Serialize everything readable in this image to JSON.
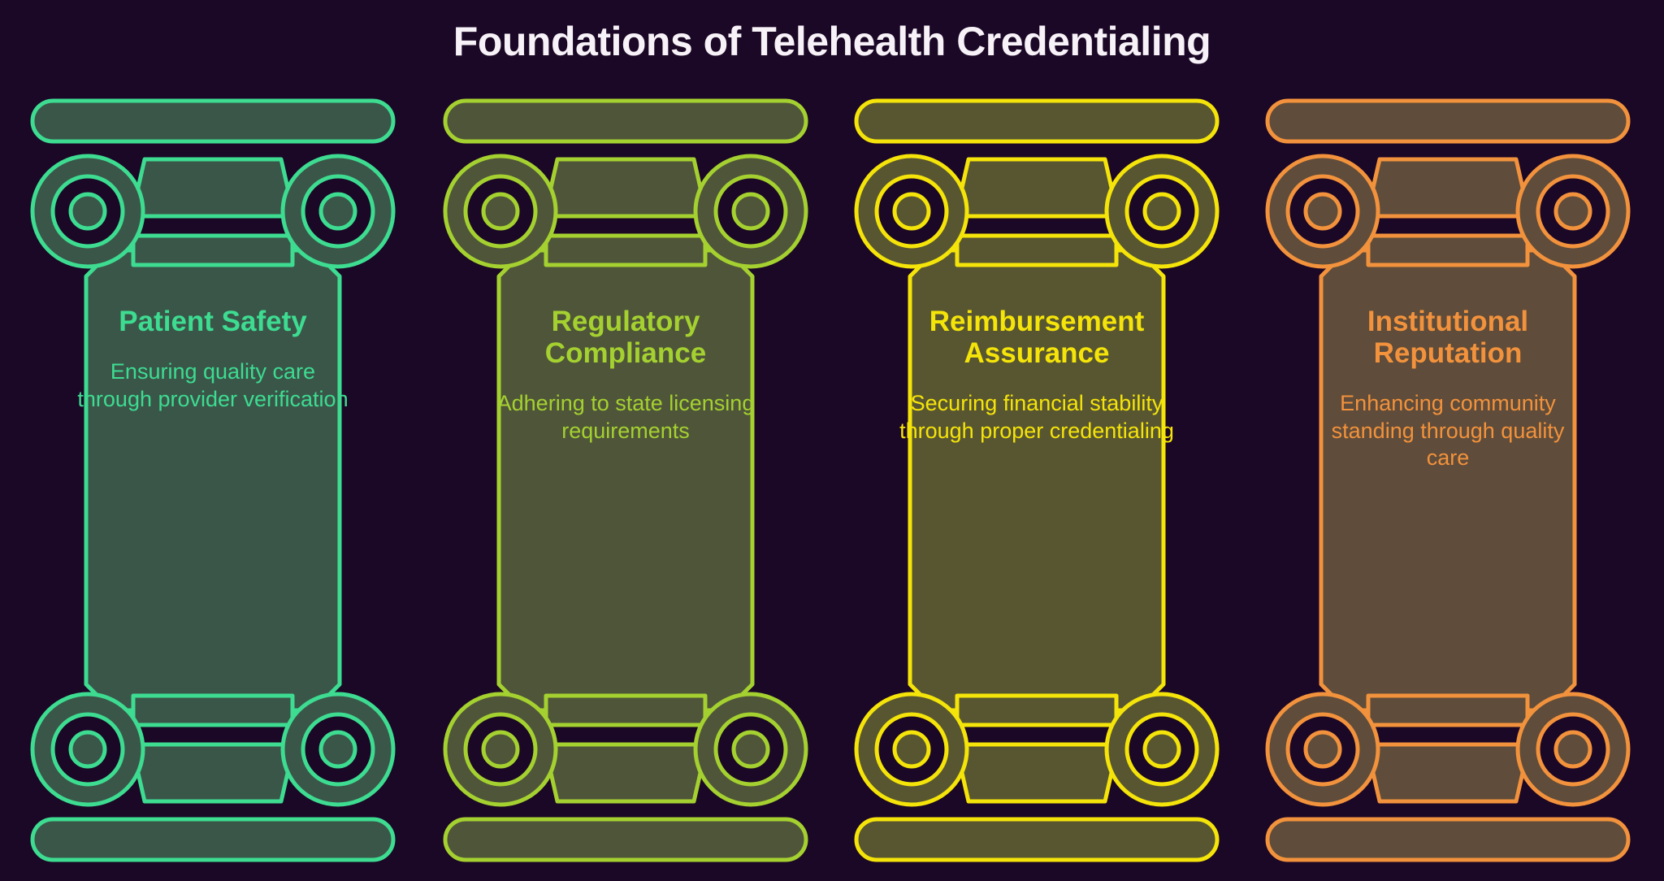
{
  "header": {
    "title": "Foundations of Telehealth Credentialing",
    "title_color": "#f7f2f7"
  },
  "background_color": "#1b0726",
  "graphic_type": "ionic-columns-infographic",
  "columns": [
    {
      "id": "patient-safety",
      "title": "Patient Safety",
      "description": "Ensuring quality care through provider verification",
      "accent_color": "#3ddc91",
      "fill_color": "#3a5649"
    },
    {
      "id": "regulatory-compliance",
      "title": "Regulatory Compliance",
      "description": "Adhering to state licensing requirements",
      "accent_color": "#a4d130",
      "fill_color": "#4f5539"
    },
    {
      "id": "reimbursement-assurance",
      "title": "Reimbursement Assurance",
      "description": "Securing financial stability through proper credentialing",
      "accent_color": "#f5e409",
      "fill_color": "#585631"
    },
    {
      "id": "institutional-reputation",
      "title": "Institutional Reputation",
      "description": "Enhancing community standing through quality care",
      "accent_color": "#f2923c",
      "fill_color": "#5f4c3a"
    }
  ]
}
